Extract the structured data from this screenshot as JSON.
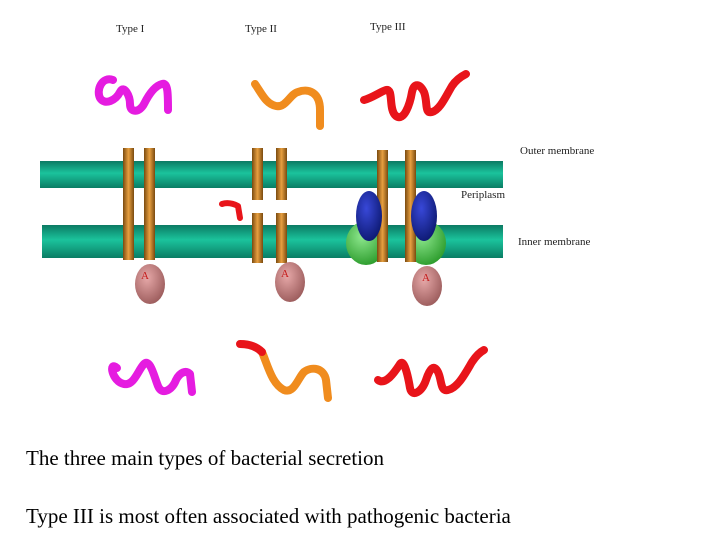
{
  "labels": {
    "type1": "Type I",
    "type2": "Type II",
    "type3": "Type III",
    "outer_membrane": "Outer membrane",
    "periplasm": "Periplasm",
    "inner_membrane": "Inner membrane",
    "atpase": "A"
  },
  "captions": {
    "line1": "The three main types of bacterial secretion",
    "line2": "Type III is most often associated with pathogenic bacteria"
  },
  "colors": {
    "membrane": "#12a585",
    "channel": "#c87820",
    "type1_protein": "#e51ce0",
    "type2_protein": "#f08c1e",
    "type3_protein": "#e8141a",
    "needle_blue": "#1c2ca8",
    "base_green": "#3fbf3f",
    "atpase": "#c98080"
  }
}
